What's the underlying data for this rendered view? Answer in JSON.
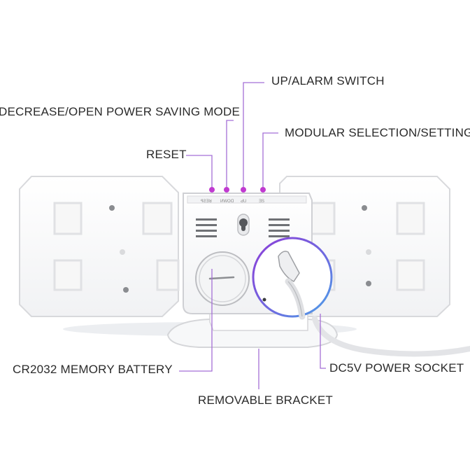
{
  "labels": {
    "up_alarm": "UP/ALARM SWITCH",
    "decrease": "DECREASE/OPEN POWER SAVING MODE",
    "modular": "MODULAR SELECTION/SETTING",
    "reset": "RESET",
    "battery": "CR2032 MEMORY BATTERY",
    "power_socket": "DC5V POWER SOCKET",
    "bracket": "REMOVABLE BRACKET"
  },
  "colors": {
    "callout_line": "#a56fd6",
    "button_dot": "#c03ad0",
    "clock_body": "#ffffff",
    "shadow": "#dcdde0",
    "window_fill": "#f8f8f8",
    "background": "#ffffff"
  }
}
